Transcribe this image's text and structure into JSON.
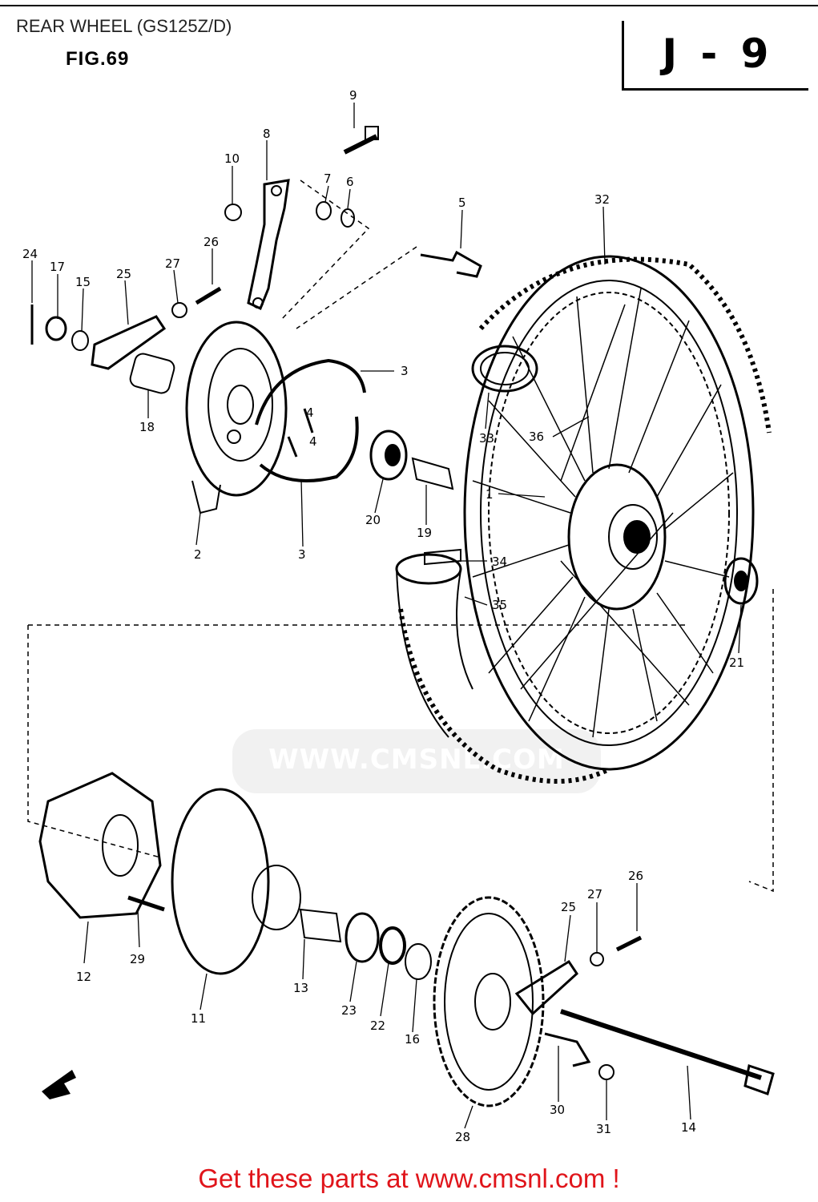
{
  "header": {
    "title": "REAR WHEEL (GS125Z/D)",
    "fig_label": "FIG.69",
    "page_code": "J - 9"
  },
  "watermark": "WWW.CMSNL.COM",
  "footer": "Get these parts at www.cmsnl.com !",
  "callouts": {
    "c1": "1",
    "c2": "2",
    "c3a": "3",
    "c3b": "3",
    "c4a": "4",
    "c4b": "4",
    "c5": "5",
    "c6": "6",
    "c7": "7",
    "c8": "8",
    "c9": "9",
    "c10": "10",
    "c11": "11",
    "c12": "12",
    "c13": "13",
    "c14": "14",
    "c15": "15",
    "c16": "16",
    "c17": "17",
    "c18": "18",
    "c19": "19",
    "c20": "20",
    "c21": "21",
    "c22": "22",
    "c23": "23",
    "c24": "24",
    "c25a": "25",
    "c25b": "25",
    "c26a": "26",
    "c26b": "26",
    "c27a": "27",
    "c27b": "27",
    "c28": "28",
    "c29": "29",
    "c30": "30",
    "c31": "31",
    "c32": "32",
    "c33": "33",
    "c34": "34",
    "c35": "35",
    "c36": "36"
  },
  "icons": {
    "front_arrow": "arrow-icon"
  }
}
